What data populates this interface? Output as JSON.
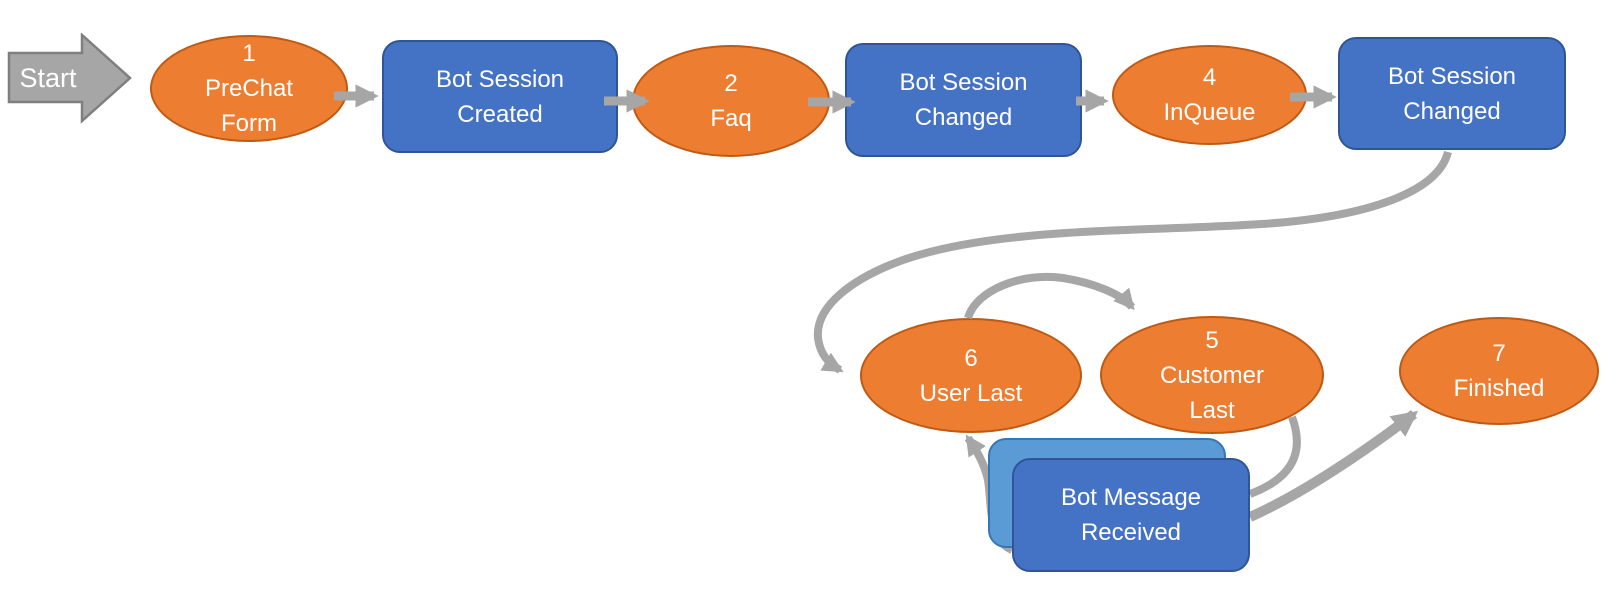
{
  "diagram": {
    "title_hint": "chat bot session event flow",
    "colors": {
      "orange": "#ED7D31",
      "orange_border": "#BF5A15",
      "blue": "#4472C4",
      "blue_border": "#2F5597",
      "light_blue": "#5B9BD5",
      "light_blue_border": "#3576B5",
      "gray": "#A6A6A6",
      "gray_border": "#7F7F7F",
      "text": "#FFFFFF",
      "background": "#FFFFFF"
    },
    "start": {
      "label": "Start",
      "shape": "block-arrow-right"
    },
    "nodes": {
      "prechat_form": {
        "shape": "ellipse",
        "number": "1",
        "label": "1\nPreChat\nForm"
      },
      "bot_session_created": {
        "shape": "rounded-rect",
        "label": "Bot Session\nCreated"
      },
      "faq": {
        "shape": "ellipse",
        "number": "2",
        "label": "2\nFaq"
      },
      "bot_session_changed_1": {
        "shape": "rounded-rect",
        "label": "Bot Session\nChanged"
      },
      "inqueue": {
        "shape": "ellipse",
        "number": "4",
        "label": "4\nInQueue"
      },
      "bot_session_changed_2": {
        "shape": "rounded-rect",
        "label": "Bot Session\nChanged"
      },
      "user_last": {
        "shape": "ellipse",
        "number": "6",
        "label": "6\nUser Last"
      },
      "customer_last": {
        "shape": "ellipse",
        "number": "5",
        "label": "5\nCustomer\nLast"
      },
      "finished": {
        "shape": "ellipse",
        "number": "7",
        "label": "7\nFinished"
      },
      "bot_message_received": {
        "shape": "stacked-rounded-rect",
        "label": "Bot Message\nReceived"
      }
    },
    "edges": [
      {
        "from": "start",
        "to": "prechat_form",
        "style": "block-arrow"
      },
      {
        "from": "prechat_form",
        "to": "bot_session_created",
        "style": "straight"
      },
      {
        "from": "bot_session_created",
        "to": "faq",
        "style": "straight"
      },
      {
        "from": "faq",
        "to": "bot_session_changed_1",
        "style": "straight"
      },
      {
        "from": "bot_session_changed_1",
        "to": "inqueue",
        "style": "straight"
      },
      {
        "from": "inqueue",
        "to": "bot_session_changed_2",
        "style": "straight"
      },
      {
        "from": "bot_session_changed_2",
        "to": "user_last",
        "style": "s-curve"
      },
      {
        "from": "user_last",
        "to": "customer_last",
        "style": "arc-over"
      },
      {
        "from": "customer_last",
        "to": "bot_message_received",
        "style": "curve"
      },
      {
        "from": "bot_message_received",
        "to": "user_last",
        "style": "curve-up"
      },
      {
        "from": "bot_message_received",
        "to": "finished",
        "style": "straight-diagonal"
      }
    ]
  }
}
